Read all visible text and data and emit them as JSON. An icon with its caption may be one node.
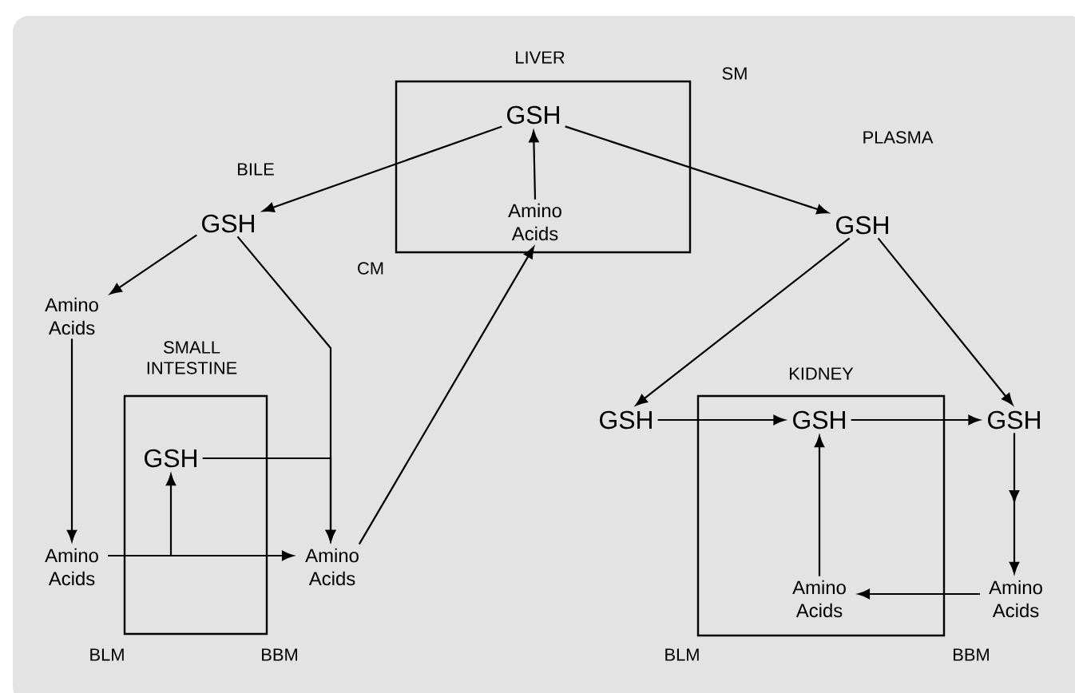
{
  "diagram": {
    "nodes": [
      {
        "text": [
          "LIVER"
        ]
      },
      {
        "text": [
          "GSH"
        ],
        "in": 0
      },
      {
        "text": [
          "Amino Acids"
        ],
        "in": 0
      },
      {
        "text": [
          "GSH"
        ]
      },
      {
        "text": [
          "GSH"
        ]
      },
      {
        "text": [
          "Amino Acids"
        ]
      },
      {
        "text": [
          "SMALL INTESTINE"
        ]
      },
      {
        "text": [
          "GSH"
        ],
        "in": 6
      },
      {
        "text": [
          "Amino Acids"
        ]
      },
      {
        "text": [
          "Amino Acids"
        ]
      },
      {
        "text": [
          "KIDNEY"
        ]
      },
      {
        "text": [
          "GSH"
        ]
      },
      {
        "text": [
          "GSH"
        ],
        "in": 10
      },
      {
        "text": [
          "GSH"
        ]
      },
      {
        "text": [
          "Amino Acids"
        ],
        "in": 10
      },
      {
        "text": [
          "Amino Acids"
        ]
      }
    ],
    "edges": [
      {
        "from": 1,
        "to": 3,
        "arrow": "to"
      },
      {
        "from": 1,
        "to": 4,
        "arrow": "to"
      },
      {
        "from": 2,
        "to": 1,
        "arrow": "to"
      },
      {
        "from": 3,
        "to": 5,
        "arrow": "to"
      },
      {
        "from": 3,
        "to": 9,
        "arrow": "to"
      },
      {
        "from": 7,
        "to": 9,
        "arrow": "to"
      },
      {
        "from": 5,
        "to": 8,
        "arrow": "to"
      },
      {
        "from": 8,
        "to": 9,
        "arrow": "to"
      },
      {
        "from": 8,
        "to": 7,
        "arrow": "to"
      },
      {
        "from": 9,
        "to": 2,
        "arrow": "to"
      },
      {
        "from": 4,
        "to": 11,
        "arrow": "to"
      },
      {
        "from": 4,
        "to": 13,
        "arrow": "to"
      },
      {
        "from": 11,
        "to": 12,
        "arrow": "to"
      },
      {
        "from": 12,
        "to": 13,
        "arrow": "to"
      },
      {
        "from": 13,
        "to": 15,
        "arrow": "to"
      },
      {
        "from": 15,
        "to": 14,
        "arrow": "to"
      },
      {
        "from": 14,
        "to": 12,
        "arrow": "to"
      }
    ],
    "labels": [
      "SM",
      "PLASMA",
      "BILE",
      "CM",
      "BLM",
      "BBM",
      "BLM",
      "BBM"
    ]
  }
}
